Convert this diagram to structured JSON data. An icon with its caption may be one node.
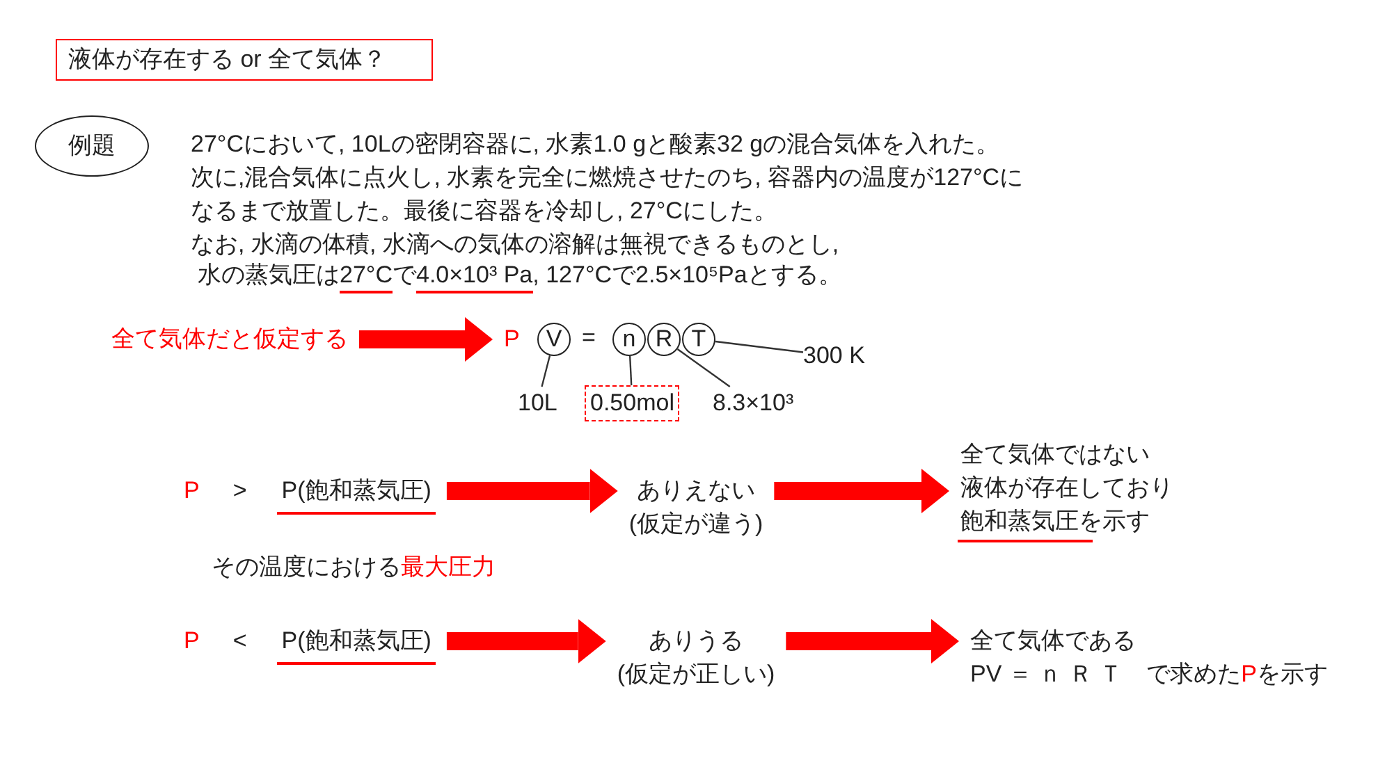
{
  "diagram": {
    "nodes": [
      {
        "text": [
          "液体が存在する or 全て気体？"
        ]
      },
      {
        "text": [
          "例題"
        ]
      },
      {
        "text": [
          "全て気体だと仮定する"
        ]
      },
      {
        "text": [
          "P"
        ]
      },
      {
        "text": [
          "V"
        ]
      },
      {
        "text": [
          "n"
        ]
      },
      {
        "text": [
          "R"
        ]
      },
      {
        "text": [
          "T"
        ]
      },
      {
        "text": [
          "10L"
        ]
      },
      {
        "text": [
          "0.50mol"
        ]
      },
      {
        "text": [
          "8.3×10³"
        ]
      },
      {
        "text": [
          "300 K"
        ]
      },
      {
        "text": [
          "P",
          ">",
          "P(飽和蒸気圧)"
        ]
      },
      {
        "text": [
          "ありえない",
          "(仮定が違う)"
        ]
      },
      {
        "text": [
          "全て気体ではない",
          "液体が存在しており",
          "飽和蒸気圧を示す"
        ]
      },
      {
        "text": [
          "P",
          "<",
          "P(飽和蒸気圧)"
        ]
      },
      {
        "text": [
          "ありうる",
          "(仮定が正しい)"
        ]
      },
      {
        "text": [
          "全て気体である",
          "PV ＝ ｎ Ｒ Ｔ　で求めた",
          "P",
          "を示す"
        ]
      }
    ],
    "edges": [
      {
        "from": 2,
        "to": 3,
        "arrow": "to"
      },
      {
        "from": 4,
        "to": 8,
        "arrow": "none",
        "color": "#333333"
      },
      {
        "from": 5,
        "to": 9,
        "arrow": "none",
        "color": "#333333"
      },
      {
        "from": 6,
        "to": 10,
        "arrow": "none",
        "color": "#333333"
      },
      {
        "from": 7,
        "to": 11,
        "arrow": "none",
        "color": "#333333"
      },
      {
        "from": 12,
        "to": 13,
        "arrow": "to"
      },
      {
        "from": 13,
        "to": 14,
        "arrow": "to"
      },
      {
        "from": 15,
        "to": 16,
        "arrow": "to"
      },
      {
        "from": 16,
        "to": 17,
        "arrow": "to"
      }
    ],
    "labels": [
      "27°Cにおいて, 10Lの密閉容器に, 水素1.0 gと酸素32 gの混合気体を入れた。",
      "次に,混合気体に点火し, 水素を完全に燃焼させたのち, 容器内の温度が127°Cに",
      "なるまで放置した。最後に容器を冷却し, 27°Cにした。",
      "なお, 水滴の体積, 水滴への気体の溶解は無視できるものとし,",
      "水の蒸気圧は",
      "27°C",
      "で",
      "4.0×10³ Pa",
      ", 127°Cで2.5×10⁵Paとする。",
      "=",
      "その温度における",
      "最大圧力"
    ]
  }
}
